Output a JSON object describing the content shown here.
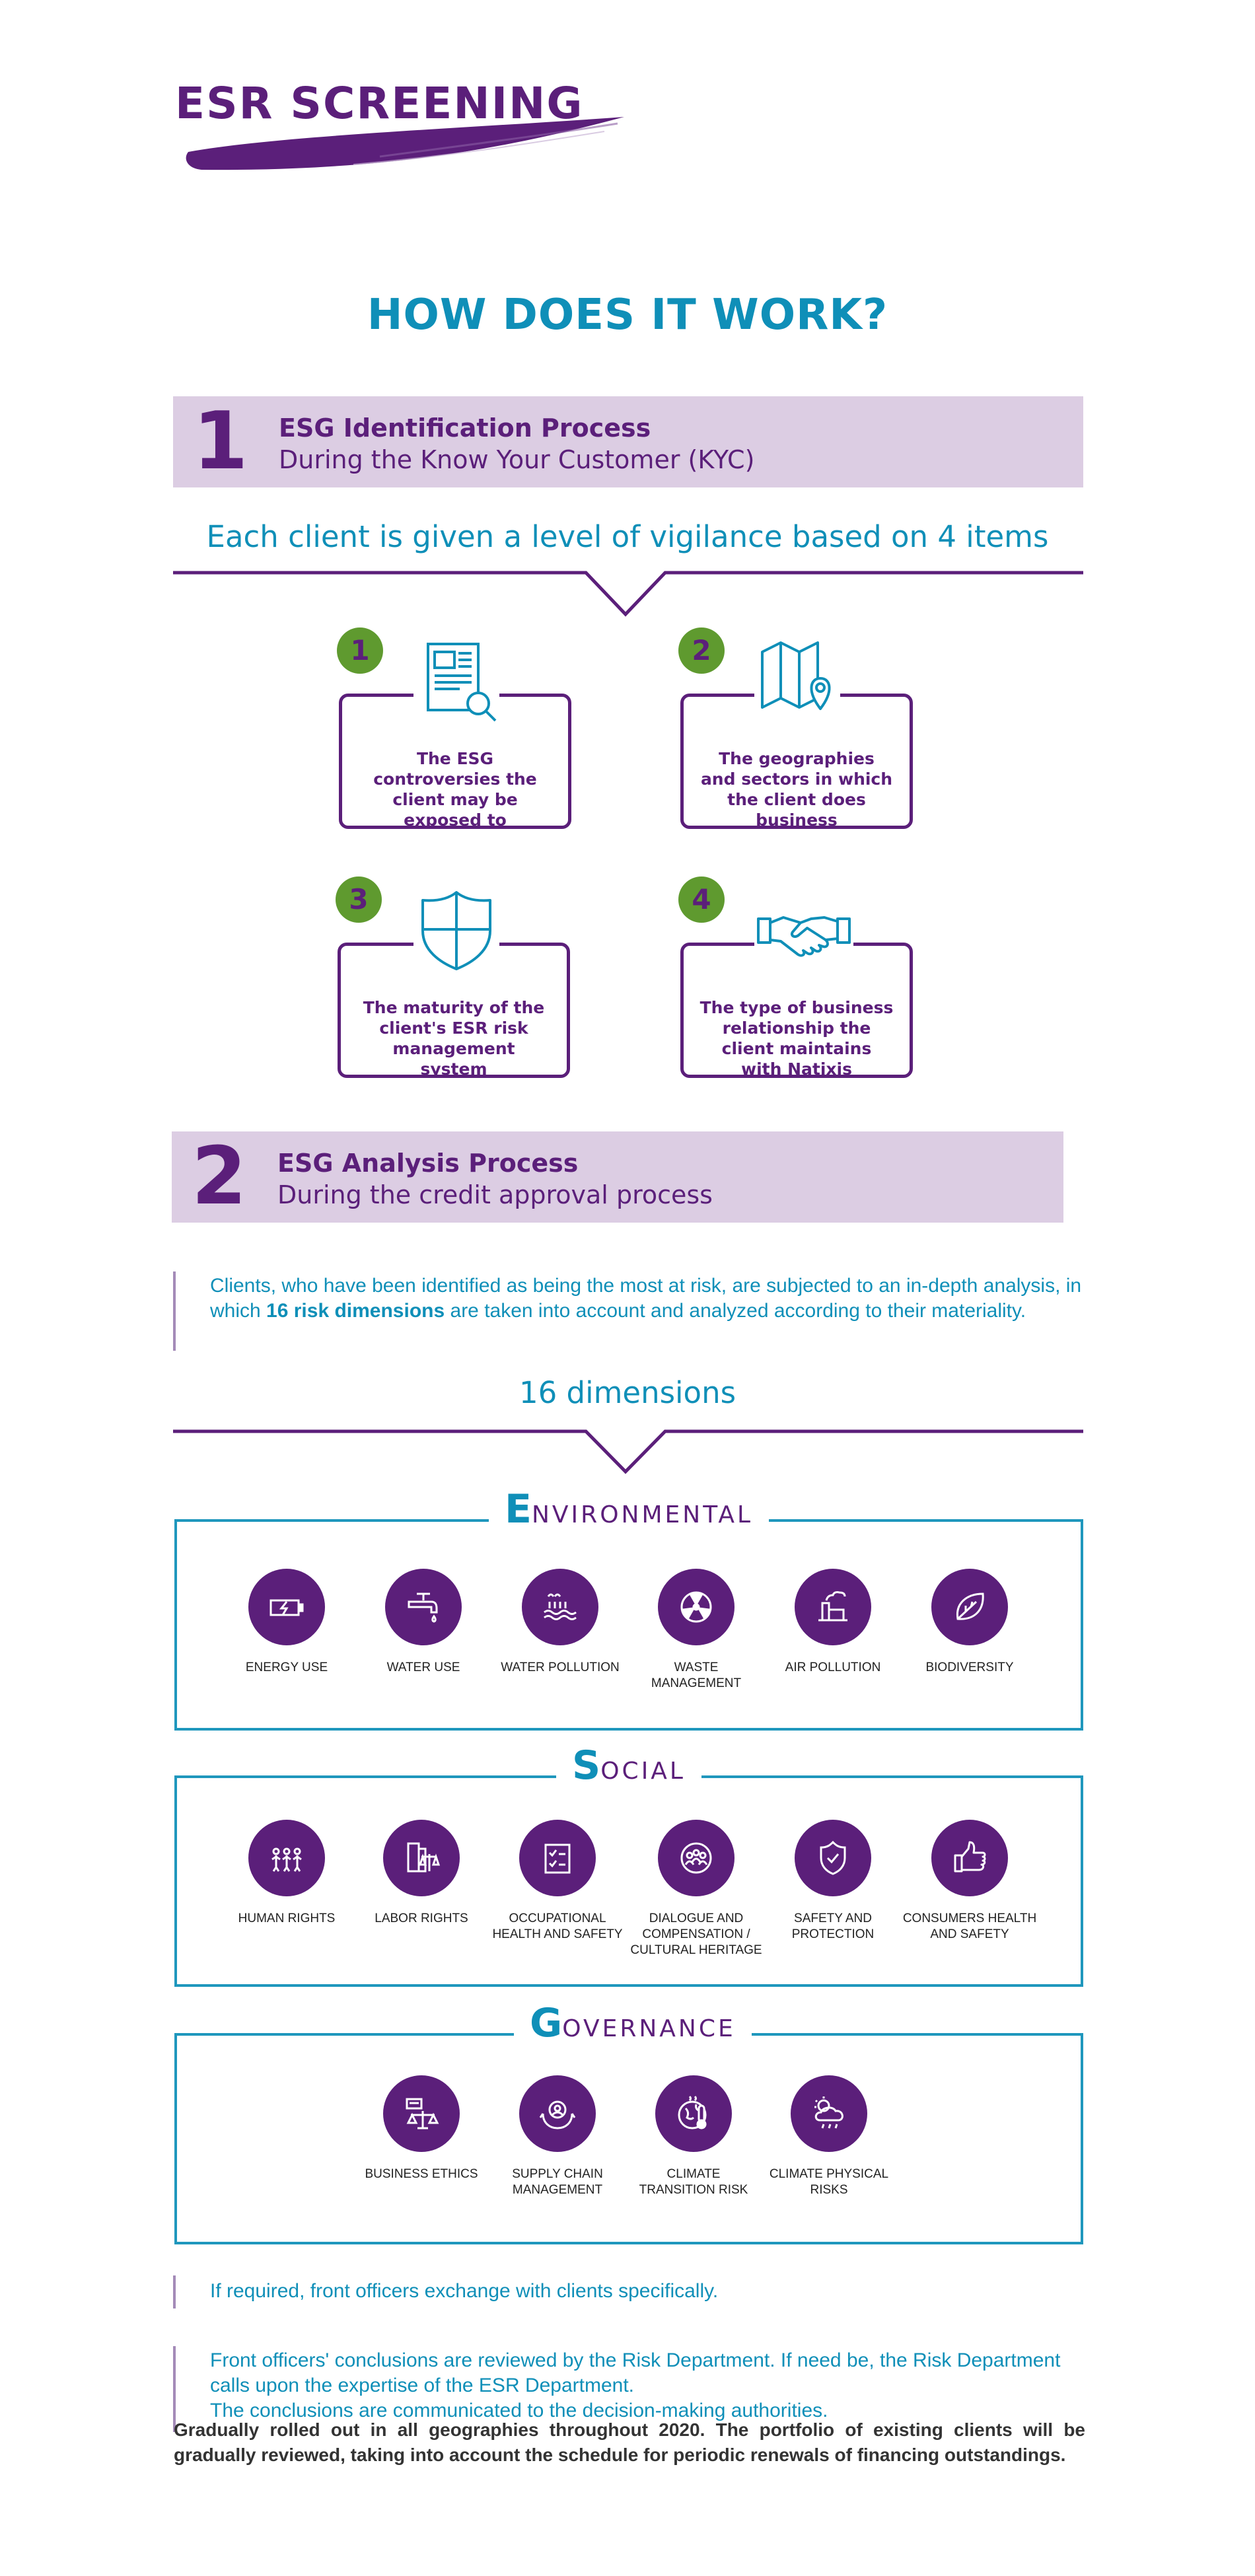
{
  "header": {
    "title": "ESR SCREENING"
  },
  "how_title": "HOW DOES IT WORK?",
  "step1": {
    "number": "1",
    "title": "ESG Identification Process",
    "subtitle": "During the Know Your Customer (KYC)",
    "lead": "Each client is given a level of vigilance based on 4 items",
    "items": [
      {
        "badge": "1",
        "icon": "document-search-icon",
        "text": "The ESG controversies the client may be exposed to"
      },
      {
        "badge": "2",
        "icon": "map-pin-icon",
        "text": "The geographies and sectors in which the client does business"
      },
      {
        "badge": "3",
        "icon": "shield-icon",
        "text": "The maturity of the client's ESR risk management system"
      },
      {
        "badge": "4",
        "icon": "handshake-icon",
        "text": "The type of business relationship the client maintains with Natixis"
      }
    ]
  },
  "step2": {
    "number": "2",
    "title": "ESG Analysis Process",
    "subtitle": "During the credit approval process",
    "para_before": "Clients, who have been identified as being the most at risk, are subjected to an in-depth analysis, in which ",
    "para_bold": "16 risk dimensions",
    "para_after": " are taken into account and analyzed according to their materiality.",
    "lead": "16 dimensions"
  },
  "sections": {
    "environmental": {
      "initial": "E",
      "rest": "NVIRONMENTAL",
      "items": [
        {
          "icon": "battery-icon",
          "label": "ENERGY USE"
        },
        {
          "icon": "faucet-icon",
          "label": "WATER USE"
        },
        {
          "icon": "water-pollution-icon",
          "label": "WATER POLLUTION"
        },
        {
          "icon": "radioactive-icon",
          "label": "WASTE MANAGEMENT"
        },
        {
          "icon": "factory-icon",
          "label": "AIR POLLUTION"
        },
        {
          "icon": "leaf-icon",
          "label": "BIODIVERSITY"
        }
      ]
    },
    "social": {
      "initial": "S",
      "rest": "OCIAL",
      "items": [
        {
          "icon": "people-icon",
          "label": "HUMAN RIGHTS"
        },
        {
          "icon": "scales-building-icon",
          "label": "LABOR RIGHTS"
        },
        {
          "icon": "checklist-icon",
          "label": "OCCUPATIONAL HEALTH AND SAFETY"
        },
        {
          "icon": "community-icon",
          "label": "DIALOGUE AND COMPENSATION / CULTURAL HERITAGE"
        },
        {
          "icon": "shield-check-icon",
          "label": "SAFETY AND PROTECTION"
        },
        {
          "icon": "thumbs-up-icon",
          "label": "CONSUMERS HEALTH AND SAFETY"
        }
      ]
    },
    "governance": {
      "initial": "G",
      "rest": "OVERNANCE",
      "items": [
        {
          "icon": "ethics-scales-icon",
          "label": "BUSINESS ETHICS"
        },
        {
          "icon": "supply-chain-icon",
          "label": "SUPPLY CHAIN MANAGEMENT"
        },
        {
          "icon": "globe-thermometer-icon",
          "label": "CLIMATE TRANSITION RISK"
        },
        {
          "icon": "storm-cloud-icon",
          "label": "CLIMATE PHYSICAL RISKS"
        }
      ]
    }
  },
  "notes": {
    "note1": "If required, front officers exchange with clients specifically.",
    "note2_line1": "Front officers' conclusions are reviewed by the Risk Department. If need be, the Risk Department calls upon the expertise of the ESR Department.",
    "note2_line2": "The conclusions are communicated to the decision-making authorities."
  },
  "footer": "Gradually rolled out in all geographies throughout 2020. The portfolio of existing clients will be gradually reviewed, taking into account the schedule for periodic renewals of financing outstandings.",
  "colors": {
    "purple": "#5b1f7a",
    "teal": "#0f8fb8",
    "green": "#5f9a2f",
    "band": "#dccde3"
  }
}
